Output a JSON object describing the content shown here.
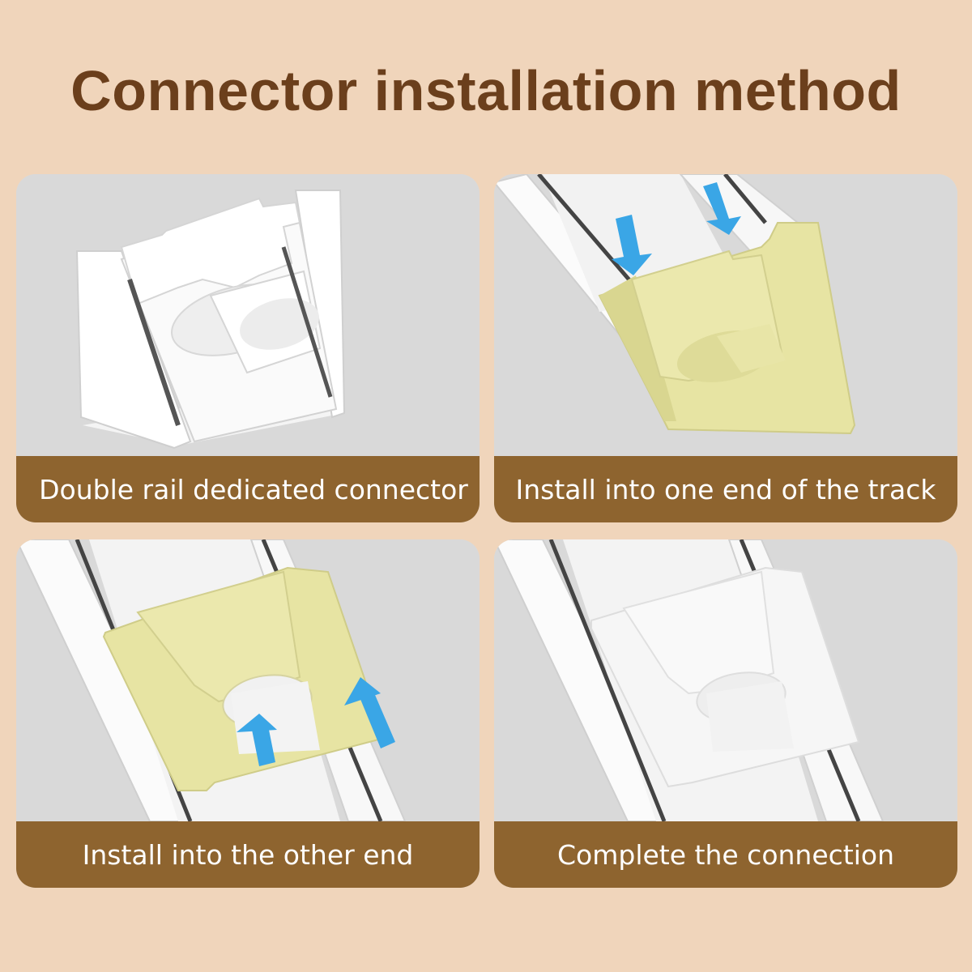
{
  "title": "Connector installation method",
  "colors": {
    "background": "#f0d5bb",
    "title": "#6b3f1c",
    "caption_bar": "#8e642f",
    "caption_text": "#ffffff",
    "connector_highlight": "#e9e6a6",
    "arrow": "#3aa6e6"
  },
  "steps": [
    {
      "caption": "Double rail dedicated connector"
    },
    {
      "caption": "Install into one end of the track"
    },
    {
      "caption": "Install into the other end"
    },
    {
      "caption": "Complete the connection"
    }
  ]
}
